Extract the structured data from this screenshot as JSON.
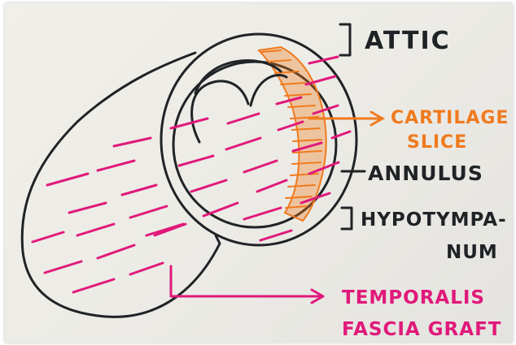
{
  "labels": {
    "attic": "ATTIC",
    "cartilage_line1": "CARTILAGE",
    "cartilage_line2": "SLICE",
    "annulus": "ANNULUS",
    "hypotympanum_line1": "HYPOTYMPA-",
    "hypotympanum_line2": "NUM",
    "temporalis_line1": "TEMPORALIS",
    "temporalis_line2": "FASCIA GRAFT"
  },
  "colors": {
    "ink": "#1f2326",
    "orange": "#f07a1e",
    "magenta": "#e0197a"
  }
}
